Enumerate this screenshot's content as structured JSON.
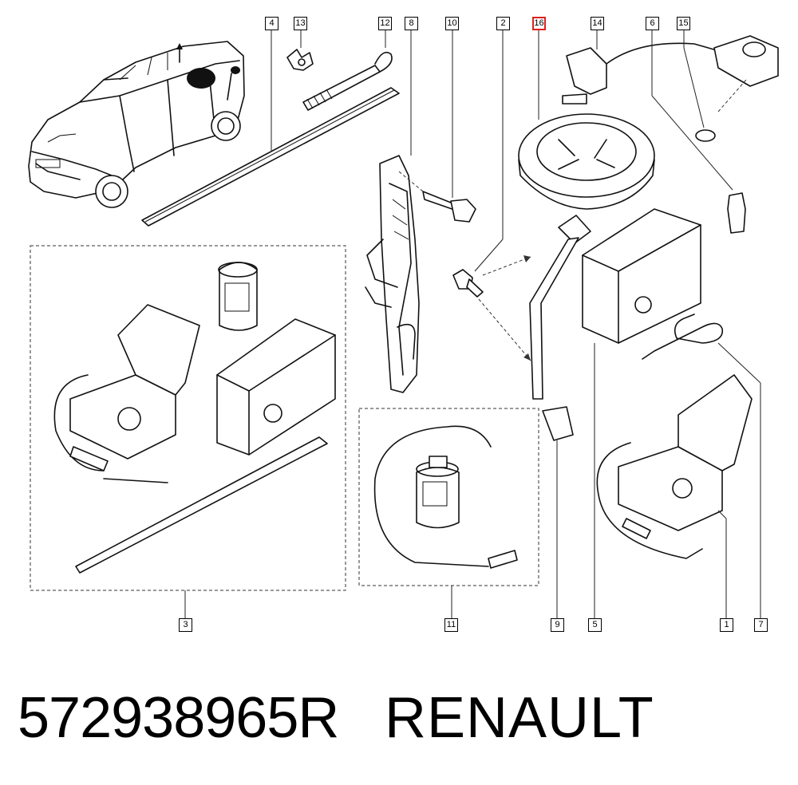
{
  "diagram": {
    "callouts": [
      {
        "id": "c1",
        "label": "1"
      },
      {
        "id": "c2",
        "label": "2"
      },
      {
        "id": "c3",
        "label": "3"
      },
      {
        "id": "c4",
        "label": "4"
      },
      {
        "id": "c5",
        "label": "5"
      },
      {
        "id": "c6",
        "label": "6"
      },
      {
        "id": "c7",
        "label": "7"
      },
      {
        "id": "c8",
        "label": "8"
      },
      {
        "id": "c9",
        "label": "9"
      },
      {
        "id": "c10",
        "label": "10"
      },
      {
        "id": "c11",
        "label": "11"
      },
      {
        "id": "c12",
        "label": "12"
      },
      {
        "id": "c13",
        "label": "13"
      },
      {
        "id": "c14",
        "label": "14"
      },
      {
        "id": "c15",
        "label": "15"
      },
      {
        "id": "c16",
        "label": "16",
        "highlighted": true,
        "highlight_color": "#e0201c"
      }
    ]
  },
  "caption": {
    "part_number": "572938965R",
    "brand": "RENAULT"
  }
}
